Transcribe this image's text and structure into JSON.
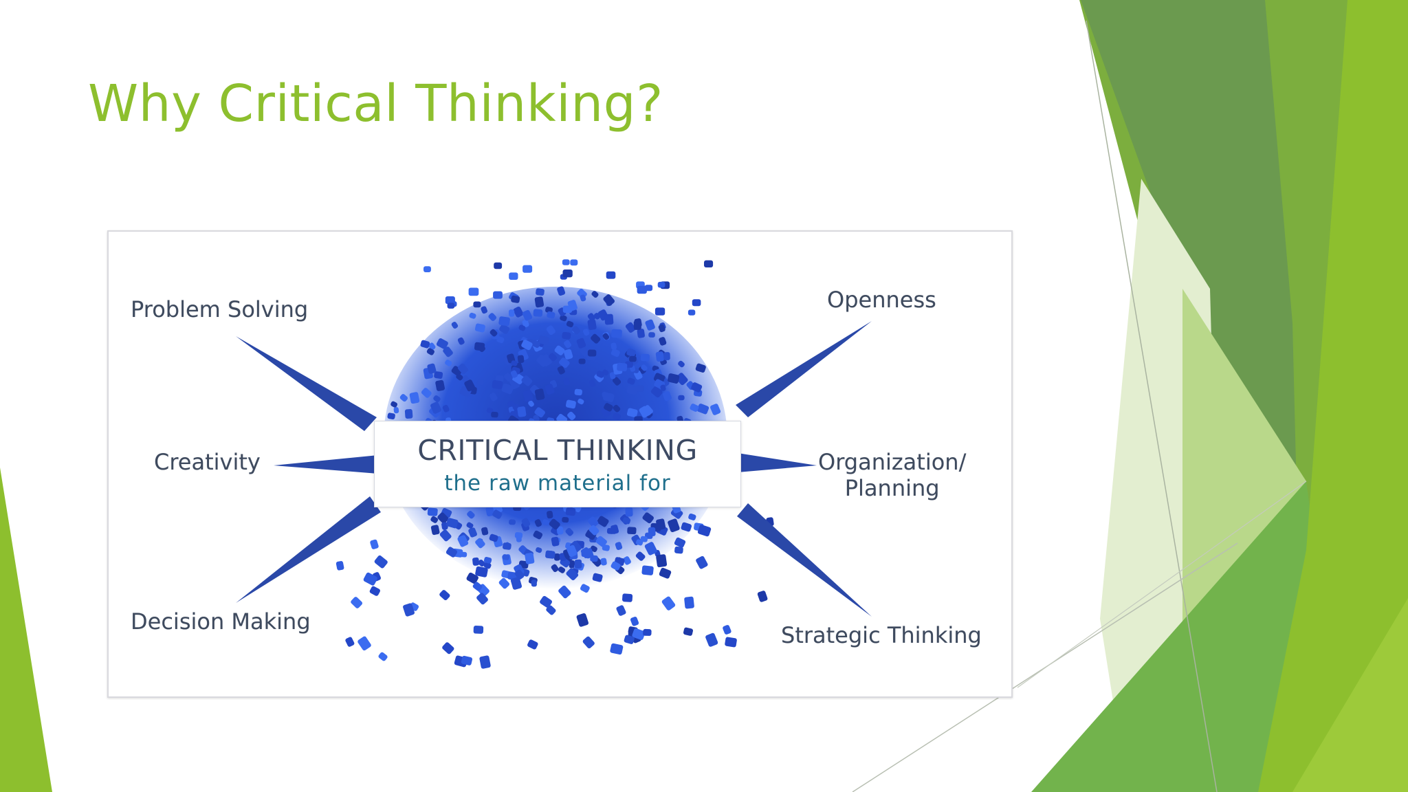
{
  "slide": {
    "title": "Why Critical Thinking?",
    "theme_colors": {
      "title": "#8dbf2e",
      "accent_light": "#8dbf2e",
      "accent_dark": "#6a9a4e",
      "pellet_blue": "#2c56d6",
      "spike_blue": "#2a48a8"
    }
  },
  "figure": {
    "center_title": "CRITICAL THINKING",
    "center_subtitle": "the raw material for",
    "labels": {
      "problem_solving": "Problem Solving",
      "creativity": "Creativity",
      "decision_making": "Decision Making",
      "openness": "Openness",
      "organization_line1": "Organization/",
      "organization_line2": "Planning",
      "strategic_thinking": "Strategic Thinking"
    }
  }
}
